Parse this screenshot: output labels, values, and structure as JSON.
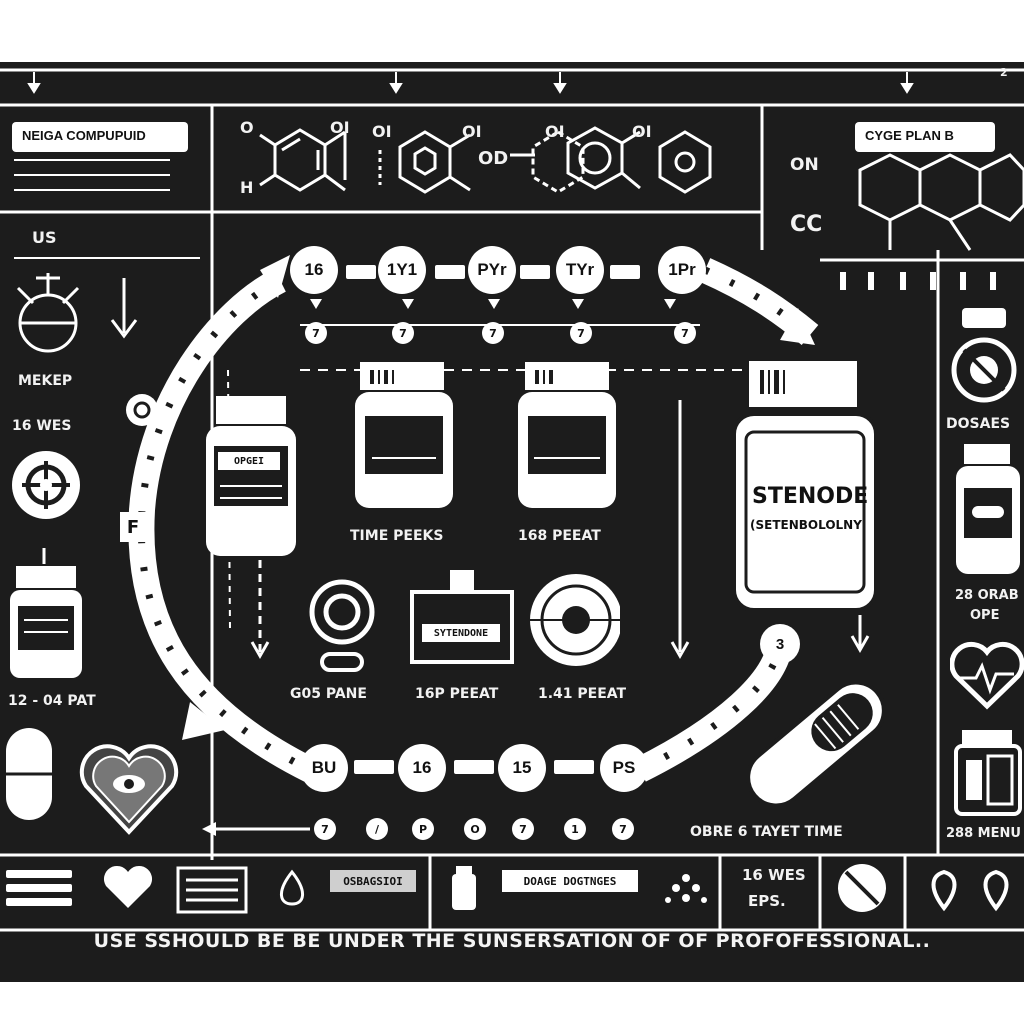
{
  "panels": {
    "compound_header": "NEIGA COMPUPUID",
    "left_us": "US",
    "left_mekep": "MEKEP",
    "left_weeks": "16 WES",
    "left_pat": "12 - 04 PAT",
    "cycle_plan": "CYGE PLAN B",
    "chem_on": "ON",
    "chem_cc": "CC",
    "dosages": "DOSAES",
    "right_orab": "28 ORAB",
    "right_ope": "OPE",
    "right_menu": "288 MENU"
  },
  "chem_labels": {
    "o1": "O",
    "h1": "H",
    "o2": "OI",
    "o3": "OI",
    "od": "OD",
    "o4": "OI",
    "o5": "OI",
    "o6": "OI"
  },
  "timeline_top": {
    "nodes": [
      "16",
      "1Y1",
      "PYr",
      "TYr",
      "1Pr"
    ],
    "markers": [
      "7",
      "7",
      "7",
      "7",
      "7"
    ]
  },
  "timeline_bottom": {
    "nodes": [
      "BU",
      "16",
      "15",
      "PS"
    ],
    "markers": [
      "7",
      "/",
      "P",
      "O",
      "7",
      "1",
      "7"
    ]
  },
  "cycle_f": "F",
  "cycle_end_num": "3",
  "vials": {
    "vial1_label": "OPGEI",
    "time_peeks": "TIME PEEKS",
    "peeat_label": "168 PEEAT",
    "steroid_name": "STENODE",
    "steroid_sub": "(SETENBOLOLNY",
    "box_label": "SYTENDONE"
  },
  "captions": {
    "dos_pane": "G05 PANE",
    "peeat_2": "16P PEEAT",
    "peeat_3": "1.41 PEEAT",
    "dose_time": "OBRE 6 TAYET TIME"
  },
  "bottom_bar": {
    "cell1": "OSBAGSIOI",
    "cell2": "DOAGE DOGTNGES",
    "cell3_a": "16 WES",
    "cell3_b": "EPS."
  },
  "footer_note": "USE SSHOULD BE BE UNDER THE SUNSERSATION OF OF PROFOFESSIONAL..",
  "top_indicator": "2"
}
